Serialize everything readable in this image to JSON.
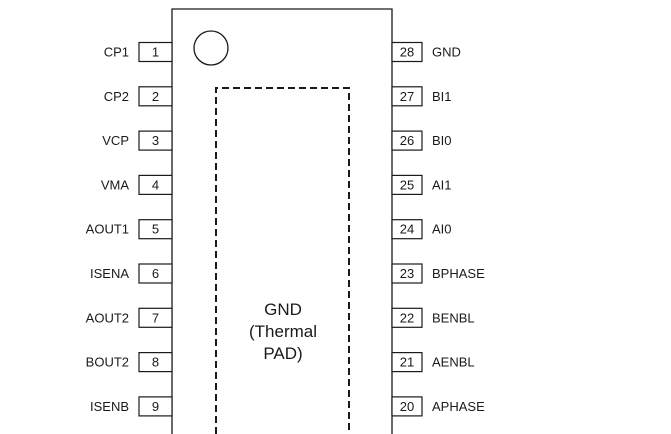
{
  "left_pins": [
    {
      "num": "1",
      "name": "CP1"
    },
    {
      "num": "2",
      "name": "CP2"
    },
    {
      "num": "3",
      "name": "VCP"
    },
    {
      "num": "4",
      "name": "VMA"
    },
    {
      "num": "5",
      "name": "AOUT1"
    },
    {
      "num": "6",
      "name": "ISENA"
    },
    {
      "num": "7",
      "name": "AOUT2"
    },
    {
      "num": "8",
      "name": "BOUT2"
    },
    {
      "num": "9",
      "name": "ISENB"
    }
  ],
  "right_pins": [
    {
      "num": "28",
      "name": "GND"
    },
    {
      "num": "27",
      "name": "BI1"
    },
    {
      "num": "26",
      "name": "BI0"
    },
    {
      "num": "25",
      "name": "AI1"
    },
    {
      "num": "24",
      "name": "AI0"
    },
    {
      "num": "23",
      "name": "BPHASE"
    },
    {
      "num": "22",
      "name": "BENBL"
    },
    {
      "num": "21",
      "name": "AENBL"
    },
    {
      "num": "20",
      "name": "APHASE"
    }
  ],
  "thermal_pad": {
    "line1": "GND",
    "line2": "(Thermal",
    "line3": "PAD)"
  }
}
